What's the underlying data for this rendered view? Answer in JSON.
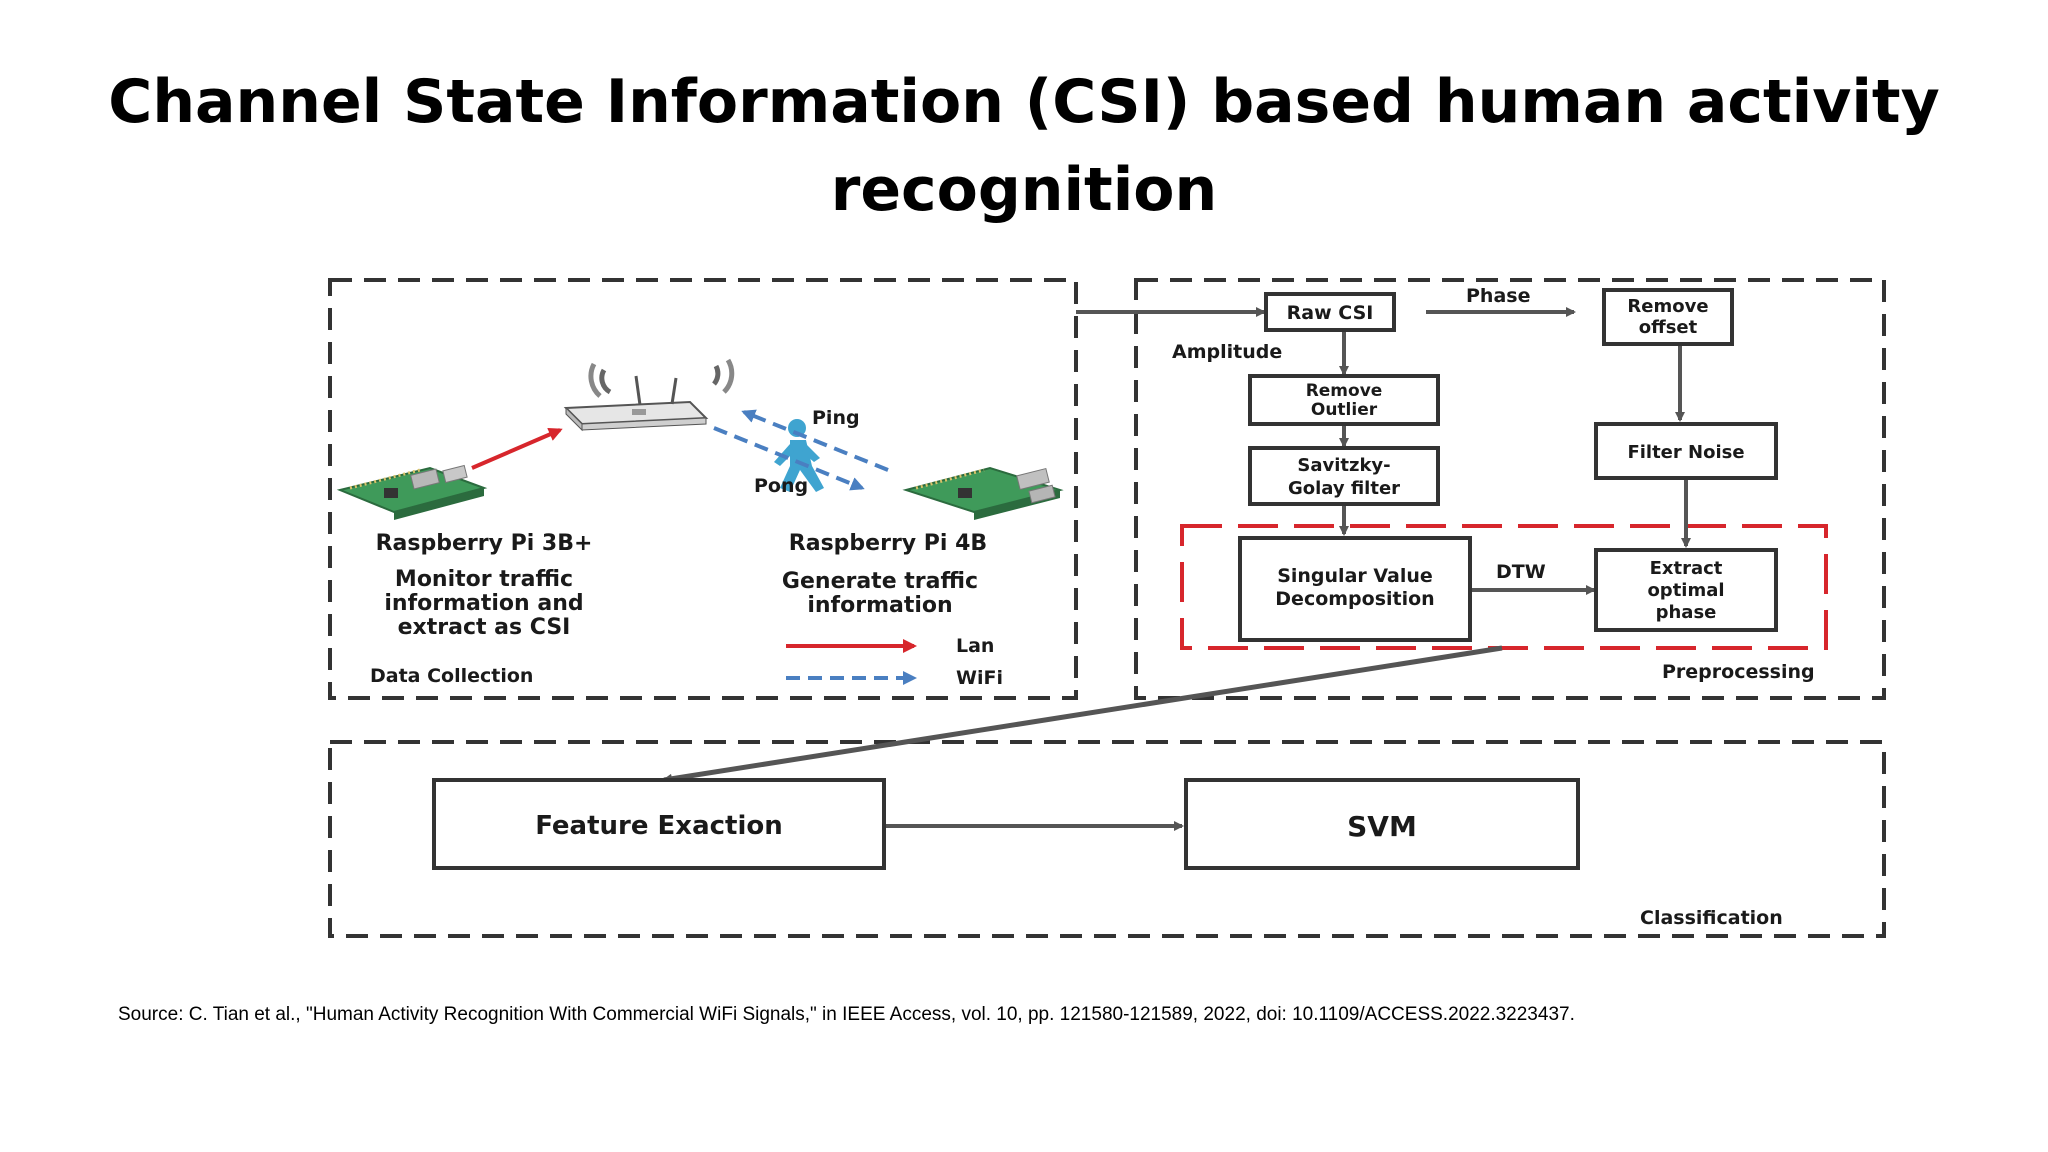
{
  "title": {
    "line1": "Channel State Information (CSI) based human activity",
    "line2": "recognition"
  },
  "diagram": {
    "data_collection": {
      "section_label": "Data Collection",
      "device_left": "Raspberry Pi 3B+",
      "device_left_desc": [
        "Monitor traffic",
        "information and",
        "extract as CSI"
      ],
      "device_right": "Raspberry Pi 4B",
      "device_right_desc": [
        "Generate traffic",
        "information"
      ],
      "ping": "Ping",
      "pong": "Pong",
      "legend": {
        "lan": "Lan",
        "wifi": "WiFi"
      }
    },
    "preprocessing": {
      "section_label": "Preprocessing",
      "raw_csi": "Raw CSI",
      "phase": "Phase",
      "amplitude": "Amplitude",
      "remove_offset": [
        "Remove",
        "offset"
      ],
      "remove_outlier": [
        "Remove",
        "Outlier"
      ],
      "filter_noise": "Filter Noise",
      "savitzky": [
        "Savitzky-",
        "Golay filter"
      ],
      "svd": [
        "Singular Value",
        "Decomposition"
      ],
      "dtw": "DTW",
      "extract_phase": [
        "Extract",
        "optimal",
        "phase"
      ]
    },
    "classification": {
      "section_label": "Classification",
      "feature": "Feature Exaction",
      "svm": "SVM"
    },
    "colors": {
      "lan_arrow": "#d7262c",
      "wifi_arrow": "#4a7fc1",
      "highlight_box": "#d7262c",
      "board_green": "#3f9a5a",
      "person": "#3fa4d0"
    }
  },
  "source": "Source: C. Tian et al., \"Human Activity Recognition With Commercial WiFi Signals,\" in IEEE Access, vol. 10, pp. 121580-121589, 2022, doi: 10.1109/ACCESS.2022.3223437."
}
